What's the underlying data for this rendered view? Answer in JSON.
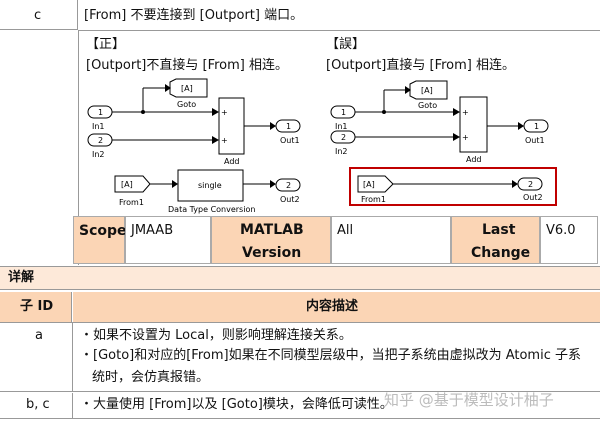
{
  "row_c": {
    "id": "c",
    "rule": "[From] 不要连接到 [Outport] 端口。",
    "correct": {
      "tag": "【正】",
      "caption": "[Outport]不直接与  [From] 相连。"
    },
    "wrong": {
      "tag": "【誤】",
      "caption": "[Outport]直接与 [From] 相连。"
    }
  },
  "diagram_left": {
    "goto_tag": "[A]",
    "goto": "Goto",
    "in1_num": "1",
    "in1": "In1",
    "in2_num": "2",
    "in2": "In2",
    "add": "Add",
    "plus1": "+",
    "plus2": "+",
    "out1_num": "1",
    "out1": "Out1",
    "from_tag": "[A]",
    "from": "From1",
    "dtc_text": "single",
    "dtc": "Data Type Conversion",
    "out2_num": "2",
    "out2": "Out2"
  },
  "diagram_right": {
    "goto_tag": "[A]",
    "goto": "Goto",
    "in1_num": "1",
    "in1": "In1",
    "in2_num": "2",
    "in2": "In2",
    "add": "Add",
    "plus1": "+",
    "plus2": "+",
    "out1_num": "1",
    "out1": "Out1",
    "from_tag": "[A]",
    "from": "From1",
    "out2_num": "2",
    "out2": "Out2"
  },
  "meta_row": {
    "scope_label": "Scope",
    "scope_value": "JMAAB",
    "matlab_label_1": "MATLAB",
    "matlab_label_2": "Version",
    "matlab_value": "All",
    "last_change_1": "Last",
    "last_change_2": "Change",
    "last_change_value": "V6.0"
  },
  "section": {
    "title": "详解"
  },
  "table_header": {
    "id": "子 ID",
    "desc": "内容描述"
  },
  "rows": [
    {
      "id": "a",
      "lines": [
        "・如果不设置为 Local，则影响理解连接关系。",
        "・[Goto]和对应的[From]如果在不同模型层级中，当把子系统由虚拟改为 Atomic 子系",
        "统时，会仿真报错。"
      ]
    },
    {
      "id": "b, c",
      "lines": [
        "・大量使用 [From]以及 [Goto]模块，会降低可读性。"
      ]
    }
  ],
  "watermark": "知乎 @基于模型设计柚子",
  "colors": {
    "header_peach": "#fbd5b5",
    "light_peach": "#fde9d9",
    "highlight": "#c00000"
  }
}
